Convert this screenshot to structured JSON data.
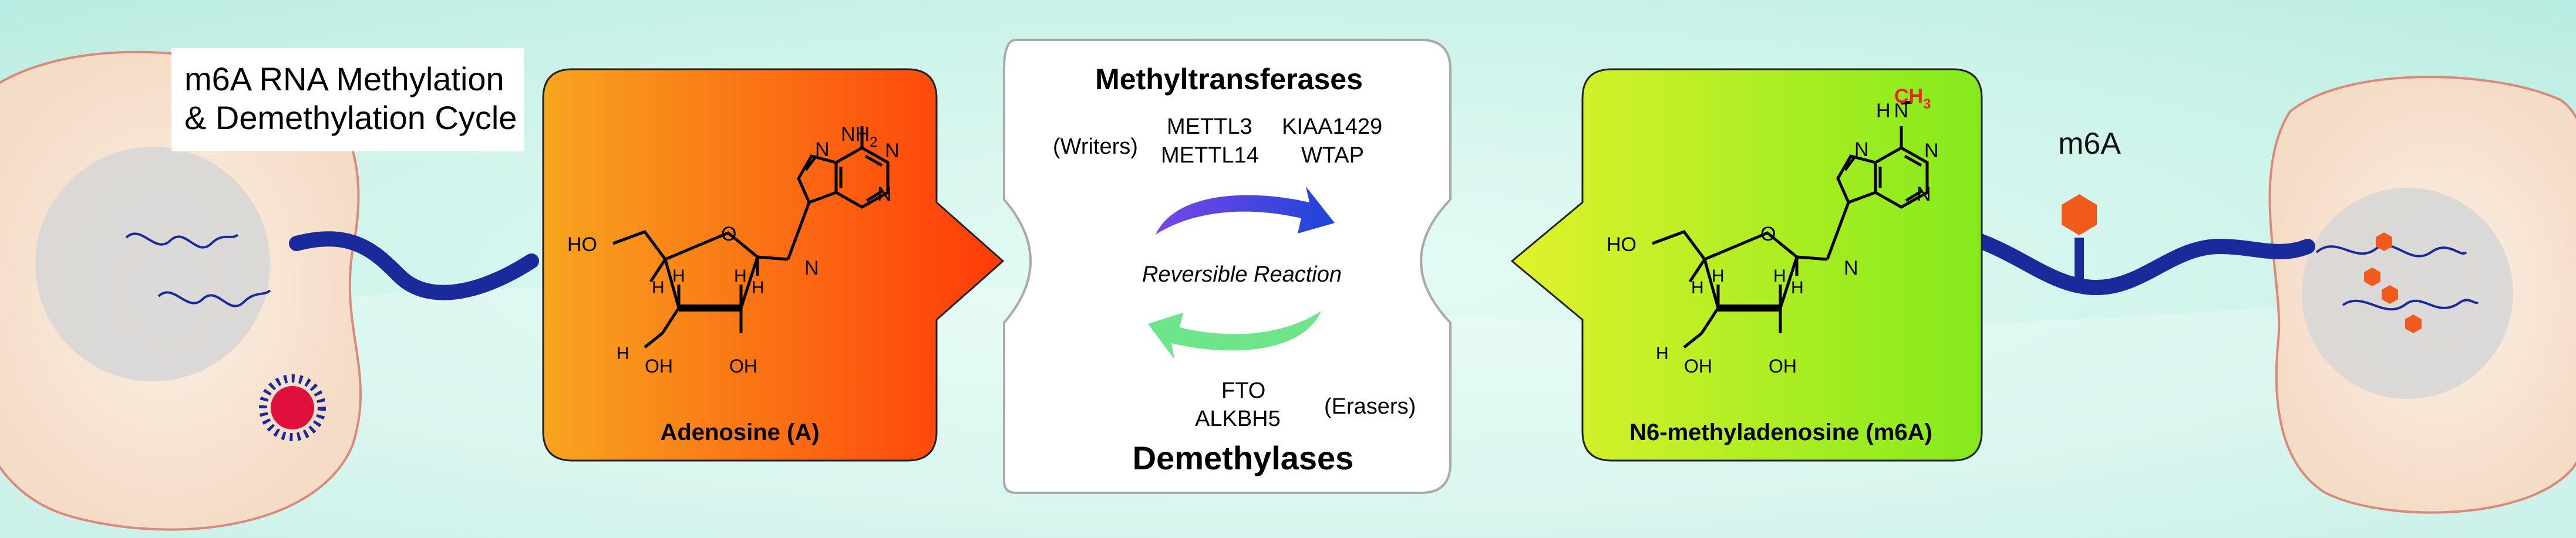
{
  "title": {
    "line1": "m6A RNA Methylation",
    "line2": "& Demethylation Cycle"
  },
  "adenosine": {
    "label": "Adenosine (A)",
    "atoms": {
      "nh2": "NH",
      "nh2_sub": "2",
      "n": "N",
      "ho": "HO",
      "o": "O",
      "h": "H",
      "oh": "OH"
    }
  },
  "m6a_molecule": {
    "label": "N6-methyladenosine (m6A)",
    "atoms": {
      "ch3": "CH",
      "ch3_sub": "3",
      "h": "H",
      "n": "N",
      "ho": "HO",
      "o": "O",
      "oh": "OH"
    }
  },
  "center": {
    "writers_heading": "Methyltransferases",
    "writers_tag": "(Writers)",
    "writer_enzymes": [
      "METTL3",
      "METTL14",
      "KIAA1429",
      "WTAP"
    ],
    "reaction_label": "Reversible Reaction",
    "eraser_enzymes": [
      "FTO",
      "ALKBH5"
    ],
    "erasers_tag": "(Erasers)",
    "erasers_heading": "Demethylases"
  },
  "m6a_mark_label": "m6A",
  "colors": {
    "background_teal": "#c2efe6",
    "adenosine_gradient_start": "#f7a51f",
    "adenosine_gradient_end": "#ff3a08",
    "m6a_gradient_start": "#e0f22c",
    "m6a_gradient_end": "#84ea1c",
    "rna_strand": "#1b2a9a",
    "methyl_mark": "#f05a1c",
    "methyl_text": "#ee2222",
    "writer_arrow_purple": "#7a45e8",
    "writer_arrow_blue": "#1e45d8",
    "eraser_arrow_green": "#6ee58a",
    "virus_red": "#e0103c"
  }
}
